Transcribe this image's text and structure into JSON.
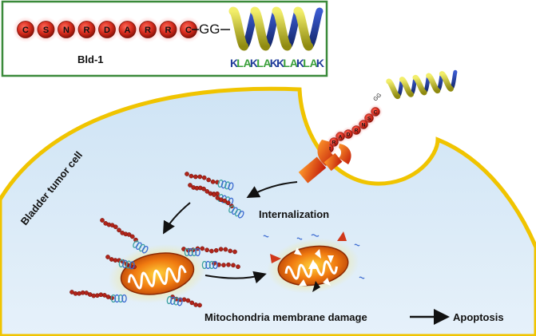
{
  "inset": {
    "peptide_residues": [
      "C",
      "S",
      "N",
      "R",
      "D",
      "A",
      "R",
      "R",
      "C"
    ],
    "linker": "GG",
    "peptide_name": "Bld-1",
    "helix_residues": [
      "K",
      "L",
      "A",
      "K",
      "L",
      "A",
      "K",
      "K",
      "L",
      "A",
      "K",
      "L",
      "A",
      "K"
    ]
  },
  "small_conjugate": {
    "residues": [
      "C",
      "S",
      "N",
      "R",
      "D",
      "A",
      "R",
      "R",
      "C"
    ],
    "linker": "GG"
  },
  "labels": {
    "cell": "Bladder tumor cell",
    "internalization": "Internalization",
    "damage": "Mitochondria membrane damage",
    "apoptosis": "Apoptosis"
  },
  "colors": {
    "inset_border": "#3a8a3a",
    "bead": "#d42a1c",
    "bead_glow": "#ff8a8a",
    "helix_yellow": "#c9c21a",
    "helix_blue": "#1f3c9a",
    "residue_K": "#1f3c9a",
    "residue_LA": "#3aa03a",
    "cell_fill": "#d6e9f7",
    "membrane": "#f0c400",
    "mito": "#e2660c"
  },
  "icons": {
    "receptor": "y-shaped-receptor-icon",
    "mitochondrion": "mitochondrion-icon"
  }
}
